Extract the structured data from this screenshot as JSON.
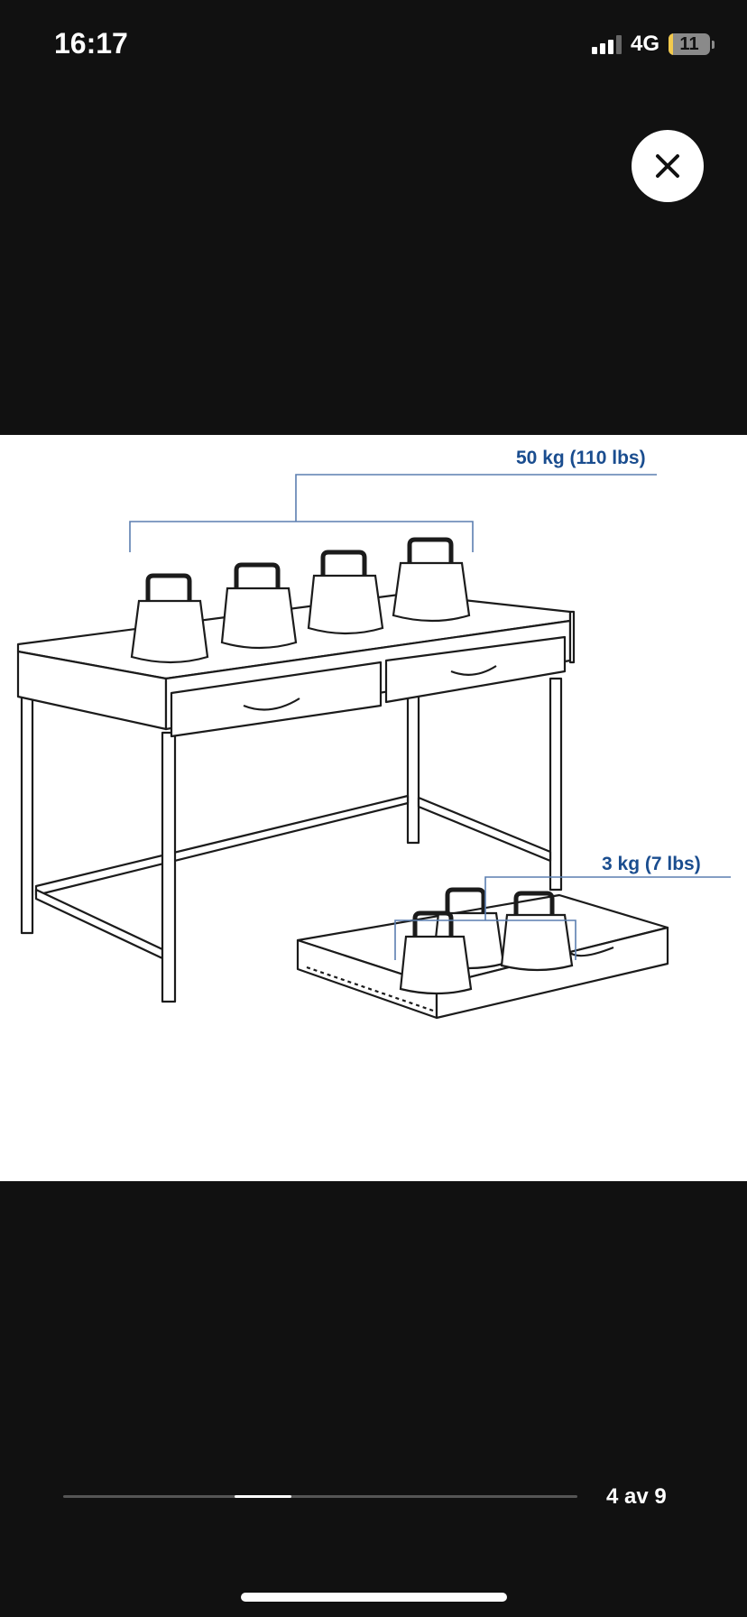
{
  "status_bar": {
    "time": "16:17",
    "network": "4G",
    "battery_level": "11",
    "battery_fraction": 0.11,
    "icons": [
      "signal-icon",
      "battery-icon"
    ]
  },
  "viewer": {
    "close_icon": "close-icon",
    "top_weight_label": "50 kg (110 lbs)",
    "drawer_weight_label": "3 kg (7 lbs)",
    "page_counter": "4 av 9",
    "current_page": 4,
    "total_pages": 9
  },
  "colors": {
    "background": "#111111",
    "label_blue": "#1a4d8f",
    "line_blue": "#5b7fb0"
  }
}
